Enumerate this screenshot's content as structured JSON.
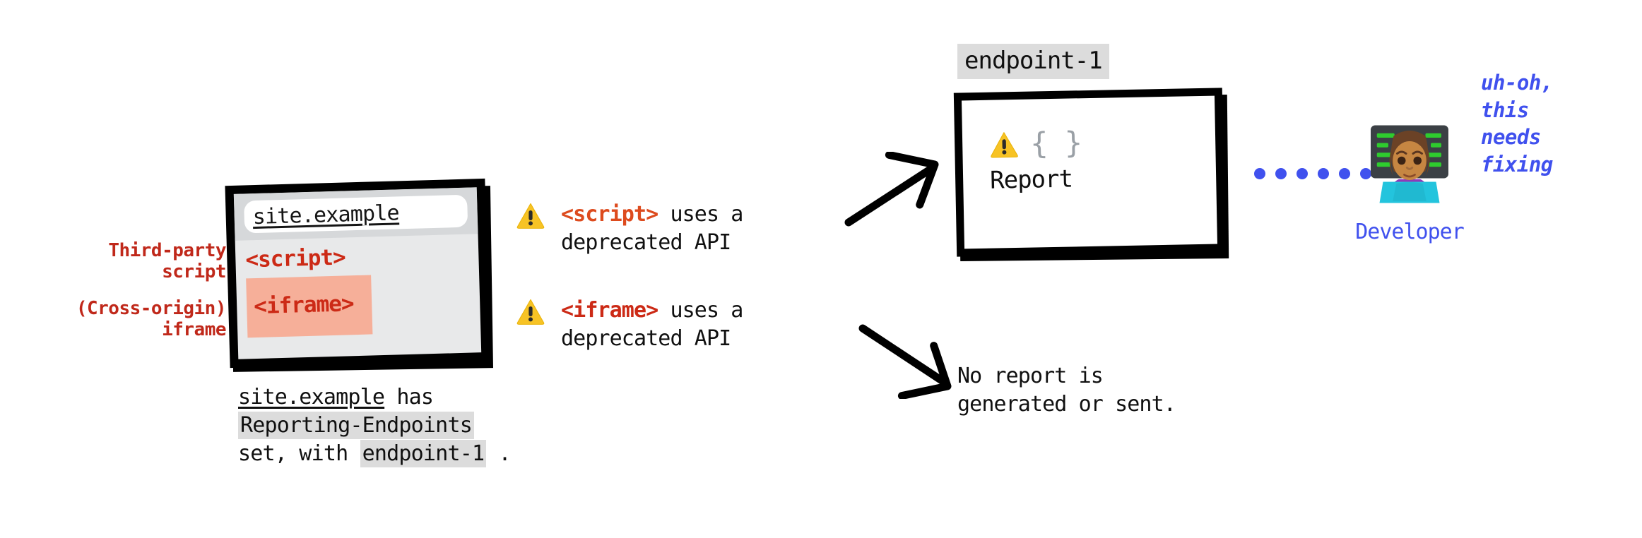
{
  "diagram": {
    "title": "Reporting API flow for third-party script and cross-origin iframe",
    "colors": {
      "red_label": "#c0281a",
      "tag_red": "#cc2a16",
      "tag_orange": "#dd4b1e",
      "iframe_highlight": "#f6af99",
      "code_highlight": "#dcdcdc",
      "blue": "#4051ee",
      "warning_yellow": "#f7c325",
      "brace_gray": "#9aa0a6"
    }
  },
  "side_labels": [
    {
      "line1": "Third-party",
      "line2": "script"
    },
    {
      "line1": "(Cross-origin)",
      "line2": "iframe"
    }
  ],
  "browser": {
    "url": "site.example",
    "content": {
      "script_tag": "<script>",
      "iframe_tag": "<iframe>"
    }
  },
  "caption": {
    "site": "site.example",
    "has": " has",
    "header": "Reporting-Endpoints",
    "set_with": "set, with ",
    "endpoint": "endpoint-1",
    "period": " ."
  },
  "warnings": [
    {
      "icon": "warning-triangle-icon",
      "tag": "<script>",
      "rest": " uses a",
      "line2": "deprecated API"
    },
    {
      "icon": "warning-triangle-icon",
      "tag": "<iframe>",
      "rest": " uses a",
      "line2": "deprecated API"
    }
  ],
  "report": {
    "endpoint_label": "endpoint-1",
    "braces": "{ }",
    "label": "Report"
  },
  "no_report": {
    "line1": "No report is",
    "line2": "generated or sent."
  },
  "developer": {
    "emoji_name": "woman-technologist-emoji",
    "label": "Developer",
    "speech": {
      "l1": "uh-oh,",
      "l2": "this",
      "l3": "needs",
      "l4": "fixing"
    }
  },
  "connector": {
    "dot_count": 6,
    "color": "#4051ee"
  }
}
